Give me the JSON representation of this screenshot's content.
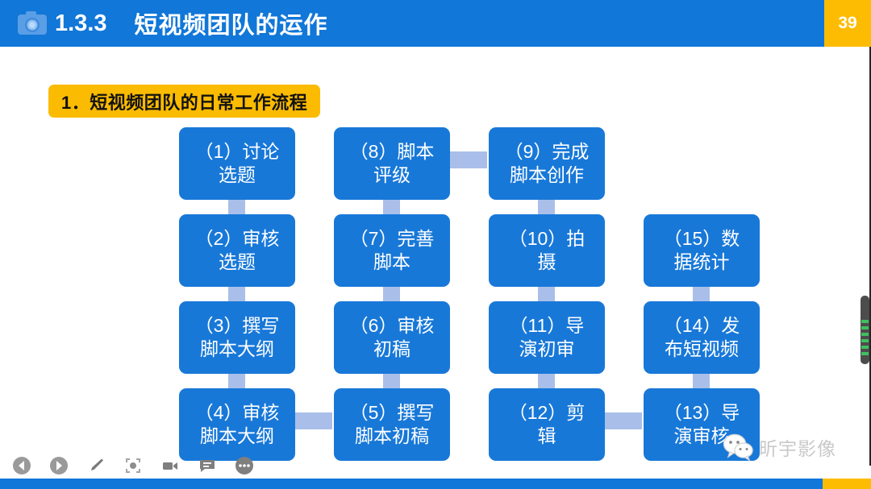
{
  "header": {
    "icon": "camera-icon",
    "number": "1.3.3",
    "title": "短视频团队的运作",
    "page_number": "39",
    "bar_color": "#1177D8",
    "page_block_color": "#FDBC01"
  },
  "section": {
    "banner_text": "1．短视频团队的日常工作流程",
    "banner_color": "#FBBB00",
    "banner_text_color": "#111111"
  },
  "flow": {
    "node_color": "#1878D8",
    "connector_color": "#A9BFE9",
    "nodes": [
      {
        "id": "n1",
        "line1": "（1）讨论",
        "line2": "选题"
      },
      {
        "id": "n2",
        "line1": "（2）审核",
        "line2": "选题"
      },
      {
        "id": "n3",
        "line1": "（3）撰写",
        "line2": "脚本大纲"
      },
      {
        "id": "n4",
        "line1": "（4）审核",
        "line2": "脚本大纲"
      },
      {
        "id": "n5",
        "line1": "（5）撰写",
        "line2": "脚本初稿"
      },
      {
        "id": "n6",
        "line1": "（6）审核",
        "line2": "初稿"
      },
      {
        "id": "n7",
        "line1": "（7）完善",
        "line2": "脚本"
      },
      {
        "id": "n8",
        "line1": "（8）脚本",
        "line2": "评级"
      },
      {
        "id": "n9",
        "line1": "（9）完成",
        "line2": "脚本创作"
      },
      {
        "id": "n10",
        "line1": "（10）拍",
        "line2": "摄"
      },
      {
        "id": "n11",
        "line1": "（11）导",
        "line2": "演初审"
      },
      {
        "id": "n12",
        "line1": "（12）剪",
        "line2": "辑"
      },
      {
        "id": "n13",
        "line1": "（13）导",
        "line2": "演审核"
      },
      {
        "id": "n14",
        "line1": "（14）发",
        "line2": "布短视频"
      },
      {
        "id": "n15",
        "line1": "（15）数",
        "line2": "据统计"
      }
    ]
  },
  "toolbar": {
    "items": [
      {
        "name": "previous-slide-icon"
      },
      {
        "name": "play-slide-icon"
      },
      {
        "name": "pen-icon"
      },
      {
        "name": "laser-pointer-icon"
      },
      {
        "name": "video-camera-icon"
      },
      {
        "name": "comment-icon"
      },
      {
        "name": "more-options-icon"
      }
    ]
  },
  "watermark": {
    "logo": "wechat-logo-icon",
    "text": "昕宇影像"
  },
  "scrollbar": {
    "position": "right"
  },
  "bottom_bar": {
    "blue_color": "#1177D8",
    "yellow_color": "#FDBC01"
  }
}
